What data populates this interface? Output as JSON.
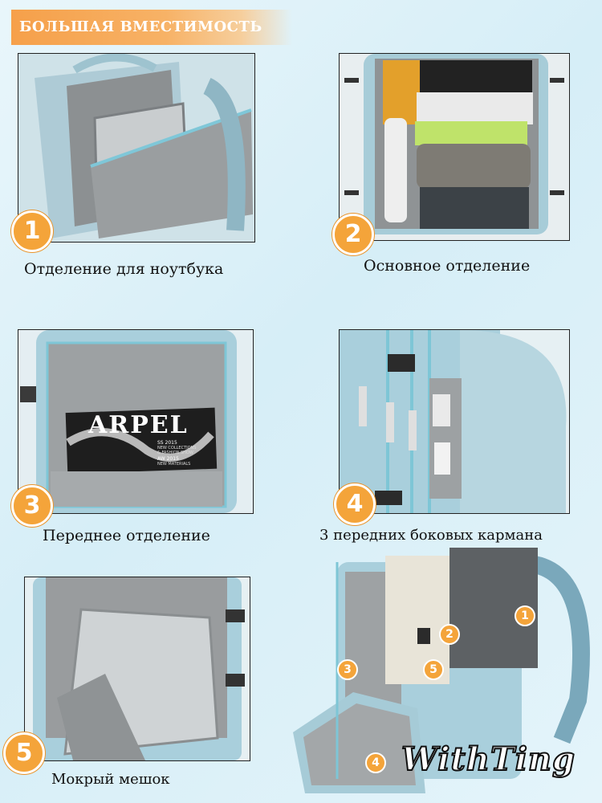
{
  "banner": {
    "title": "БОЛЬШАЯ ВМЕСТИМОСТЬ"
  },
  "sections": [
    {
      "number": "1",
      "caption": "Отделение для ноутбука"
    },
    {
      "number": "2",
      "caption": "Основное отделение"
    },
    {
      "number": "3",
      "caption": "Переднее отделение"
    },
    {
      "number": "4",
      "caption": "3 передних боковых кармана"
    },
    {
      "number": "5",
      "caption": "Мокрый мешок"
    }
  ],
  "overview_markers": [
    "1",
    "2",
    "3",
    "4",
    "5"
  ],
  "magazine": {
    "title": "ARPEL",
    "lines": [
      "SS 2015",
      "NEW COLLECTIONS",
      "& FASHION SHOW",
      "AW 2015",
      "NEW MATERIALS"
    ]
  },
  "brand": {
    "logo": "WithTing"
  },
  "colors": {
    "accent": "#f4a43a",
    "bag": "#a9cfdc",
    "lining": "#9fa3a5"
  }
}
